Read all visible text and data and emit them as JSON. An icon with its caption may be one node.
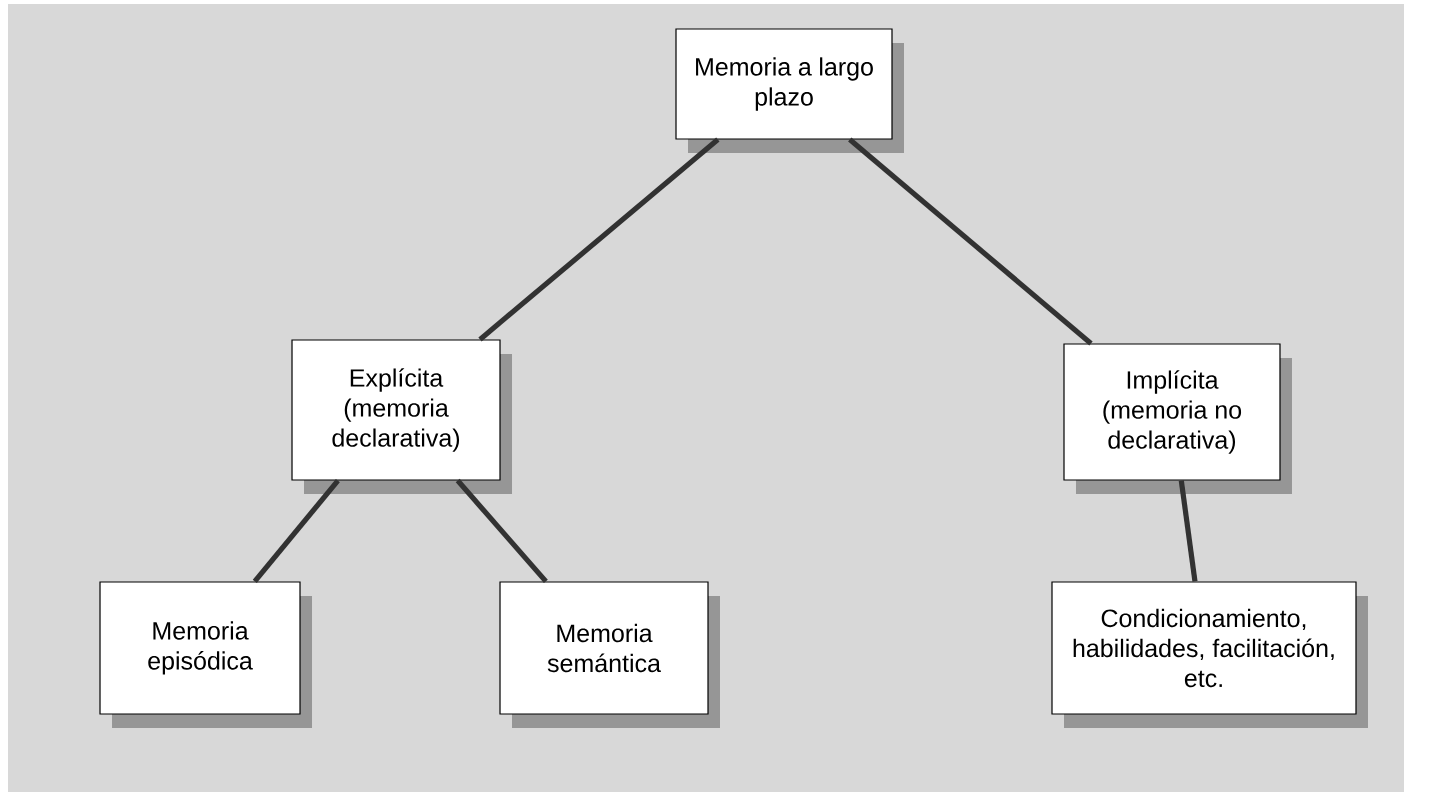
{
  "diagram": {
    "nodes": [
      {
        "text": [
          "Memoria a largo plazo"
        ]
      },
      {
        "text": [
          "Explícita (memoria declarativa)"
        ]
      },
      {
        "text": [
          "Implícita (memoria no declarativa)"
        ]
      },
      {
        "text": [
          "Memoria episódica"
        ]
      },
      {
        "text": [
          "Memoria semántica"
        ]
      },
      {
        "text": [
          "Condicionamiento, habilidades, facilitación, etc."
        ]
      }
    ],
    "edges": [
      {
        "from": 0,
        "to": 1,
        "arrow": "none"
      },
      {
        "from": 0,
        "to": 2,
        "arrow": "none"
      },
      {
        "from": 1,
        "to": 3,
        "arrow": "none"
      },
      {
        "from": 1,
        "to": 4,
        "arrow": "none"
      },
      {
        "from": 2,
        "to": 5,
        "arrow": "none"
      }
    ]
  }
}
